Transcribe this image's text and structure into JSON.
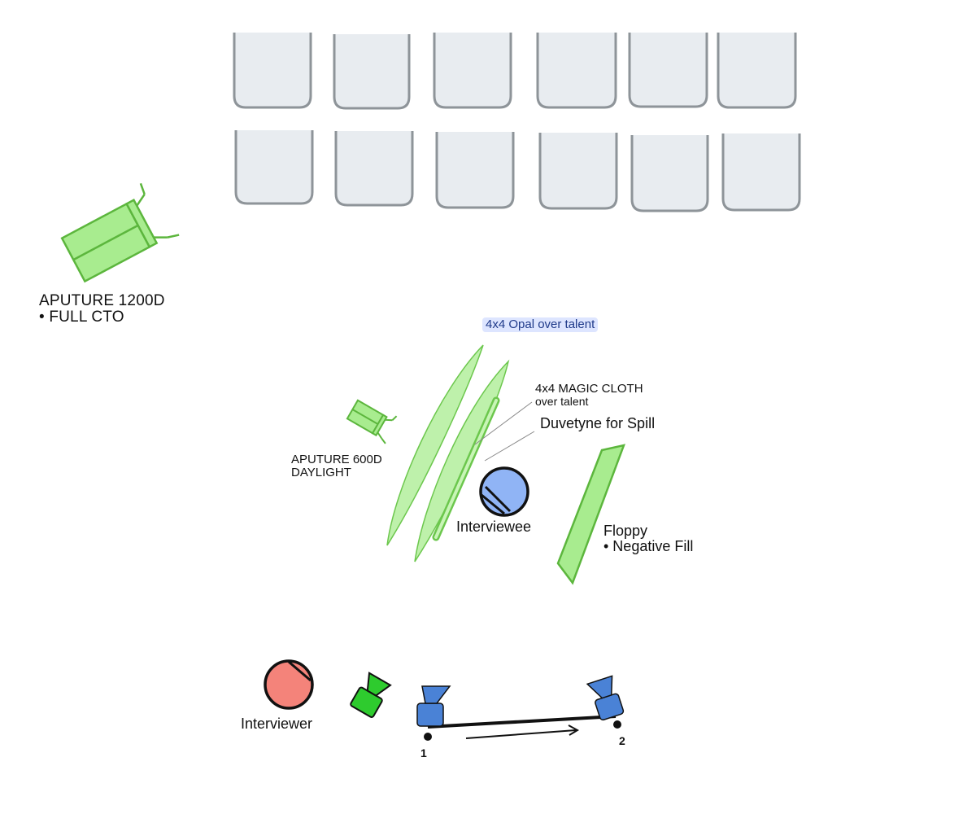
{
  "diagram": {
    "labels": {
      "aputure_1200d": {
        "line1": "APUTURE 1200D",
        "line2": "• FULL CTO"
      },
      "opal": "4x4 Opal over talent",
      "magic_cloth": {
        "line1": "4x4 MAGIC CLOTH",
        "line2": "over talent"
      },
      "duvetyne": "Duvetyne for Spill",
      "aputure_600d": {
        "line1": "APUTURE 600D",
        "line2": "DAYLIGHT"
      },
      "interviewee": "Interviewee",
      "floppy": {
        "line1": "Floppy",
        "line2": "• Negative Fill"
      },
      "interviewer": "Interviewer",
      "camera_position_1": "1",
      "camera_position_2": "2"
    },
    "icons": {
      "seats": "seat-icon",
      "light": "led-panel-light-icon",
      "person": "person-icon",
      "camera": "camera-icon"
    },
    "colors": {
      "light_fill": "#a8ec8f",
      "light_stroke": "#5cb63d",
      "interviewee_fill": "#90b4f5",
      "interviewer_fill": "#f4837a",
      "camera_blue": "#4a82d6",
      "camera_green": "#2ecb2e",
      "seat_fill": "#e8ecf0",
      "seat_stroke": "#8e9499"
    }
  }
}
